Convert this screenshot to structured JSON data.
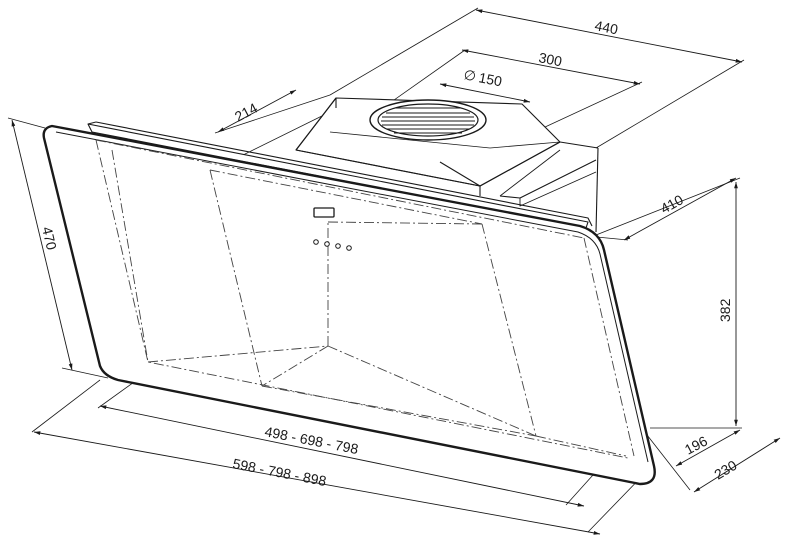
{
  "dimensions": {
    "width_overall": "440",
    "width_chimney": "300",
    "duct_diameter_symbol": "∅",
    "duct_diameter": "150",
    "chimney_depth": "214",
    "depth_top": "410",
    "height_body": "382",
    "glass_height": "470",
    "depth_bottom_inner": "196",
    "depth_bottom_outer": "230",
    "width_inner_options": "498 - 698 - 798",
    "width_outer_options": "598 - 798 - 898"
  },
  "colors": {
    "line": "#1a1a1a",
    "hidden_line": "#444444",
    "background": "#ffffff"
  }
}
